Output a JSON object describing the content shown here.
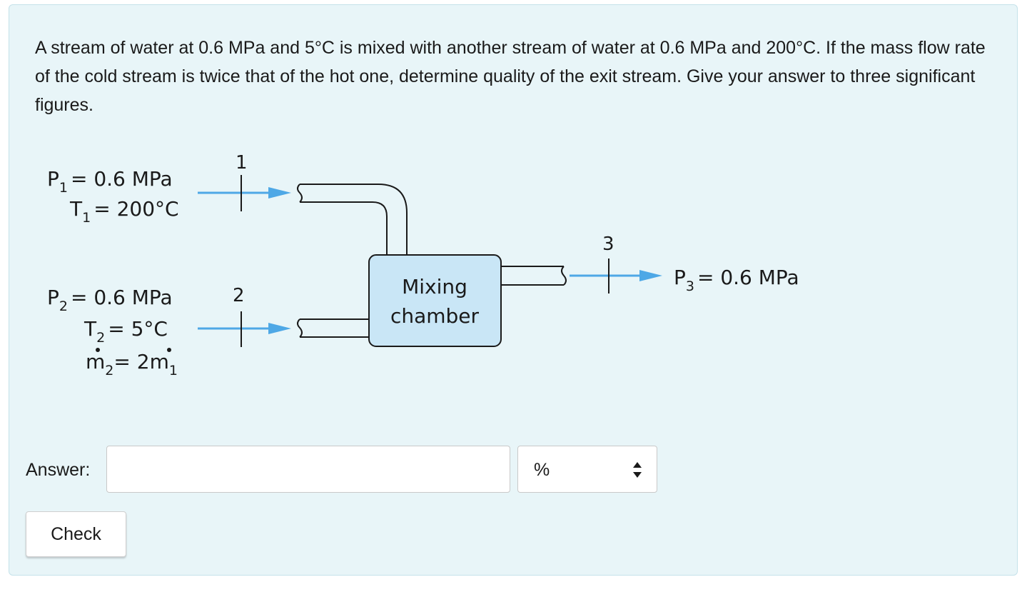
{
  "question": {
    "text": "A stream of water at 0.6 MPa and 5°C is mixed with another stream of water at 0.6 MPa and 200°C. If the mass flow rate of the cold stream is twice that of the hot one, determine quality of the exit stream. Give your answer to three significant figures."
  },
  "diagram": {
    "stream1": {
      "number": "1",
      "p_symbol": "P",
      "p_sub": "1",
      "p_value": "= 0.6 MPa",
      "t_symbol": "T",
      "t_sub": "1",
      "t_value": "= 200°C"
    },
    "stream2": {
      "number": "2",
      "p_symbol": "P",
      "p_sub": "2",
      "p_value": "= 0.6 MPa",
      "t_symbol": "T",
      "t_sub": "2",
      "t_value": "= 5°C",
      "m_symbol": "m",
      "m_sub": "2",
      "m_mid": "= 2",
      "m_symbol2": "m",
      "m_sub2": "1"
    },
    "stream3": {
      "number": "3",
      "p_symbol": "P",
      "p_sub": "3",
      "p_value": "= 0.6 MPa"
    },
    "chamber": {
      "line1": "Mixing",
      "line2": "chamber"
    },
    "colors": {
      "arrow": "#4ea8e6",
      "chamber_fill": "#c9e6f6",
      "stroke": "#1a1a1a"
    }
  },
  "answer": {
    "label": "Answer:",
    "value": "",
    "placeholder": "",
    "unit_selected": "%"
  },
  "check_button": {
    "label": "Check"
  }
}
